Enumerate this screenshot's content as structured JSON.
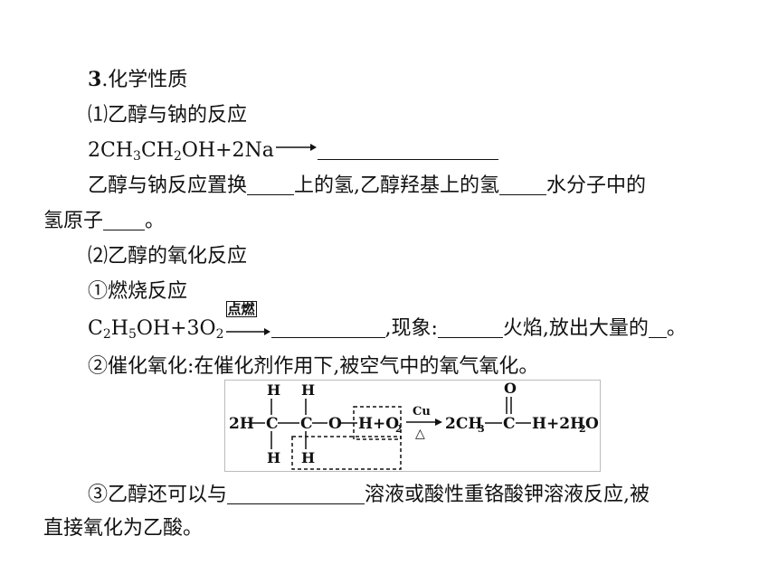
{
  "heading": {
    "num": "3",
    "text": ".化学性质"
  },
  "sec1": {
    "title": "⑴乙醇与钠的反应",
    "eq_left": "2CH",
    "eq_sub1": "3",
    "eq_mid": "CH",
    "eq_sub2": "2",
    "eq_right": "OH+2Na",
    "desc1_a": "乙醇与钠反应置换",
    "desc1_b": "上的氢,乙醇羟基上的氢",
    "desc1_c": "水分子中的",
    "desc2_a": "氢原子",
    "desc2_b": "。"
  },
  "sec2": {
    "title": "⑵乙醇的氧化反应",
    "burn_title": "①燃烧反应",
    "burn_c": "C",
    "burn_s1": "2",
    "burn_h": "H",
    "burn_s2": "5",
    "burn_oh": "OH+3O",
    "burn_s3": "2",
    "burn_cond": "点燃",
    "burn_phen": ",现象:",
    "burn_flame": "火焰,放出大量的",
    "burn_end": "。",
    "cat_title": "②催化氧化:在催化剂作用下,被空气中的氧气氧化。",
    "other_a": "③乙醇还可以与",
    "other_b": "溶液或酸性重铬酸钾溶液反应,被",
    "other_c": "直接氧化为乙酸。"
  },
  "diagram": {
    "h_top1": "H",
    "h_top2": "H",
    "h_bot1": "H",
    "h_bot2": "H",
    "lead": "2H",
    "c1": "C",
    "c2": "C",
    "o": "O",
    "h_o2": "H+O",
    "o2_sub": "2",
    "cu": "Cu",
    "delta": "△",
    "prod1": "2CH",
    "prod1_sub": "3",
    "c3": "C",
    "prod2": "H+2H",
    "prod2_sub": "2",
    "prod2_o": "O",
    "carbonyl_o": "O"
  }
}
